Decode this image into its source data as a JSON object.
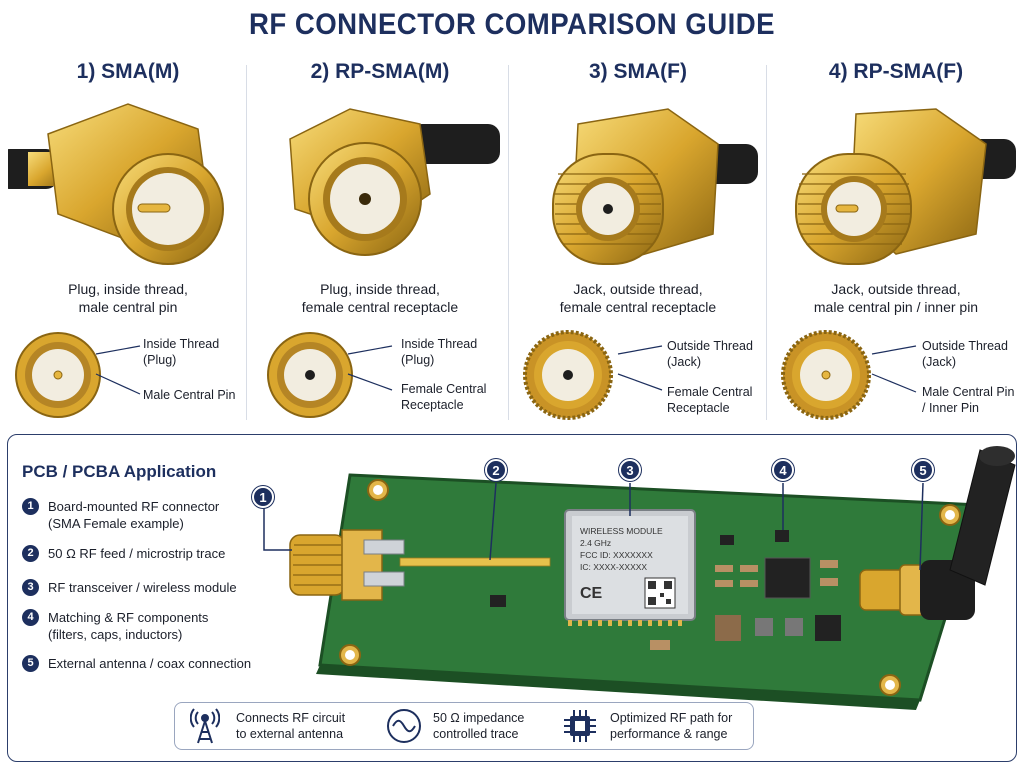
{
  "title": "RF CONNECTOR COMPARISON GUIDE",
  "connectors": [
    {
      "heading": "1) SMA(M)",
      "desc_line1": "Plug, inside thread,",
      "desc_line2": "male central pin",
      "label_top_1": "Inside Thread",
      "label_top_2": "(Plug)",
      "label_bottom_1": "Male Central Pin",
      "label_bottom_2": ""
    },
    {
      "heading": "2) RP-SMA(M)",
      "desc_line1": "Plug, inside thread,",
      "desc_line2": "female central receptacle",
      "label_top_1": "Inside Thread",
      "label_top_2": "(Plug)",
      "label_bottom_1": "Female Central",
      "label_bottom_2": "Receptacle"
    },
    {
      "heading": "3) SMA(F)",
      "desc_line1": "Jack, outside thread,",
      "desc_line2": "female central receptacle",
      "label_top_1": "Outside Thread",
      "label_top_2": "(Jack)",
      "label_bottom_1": "Female Central",
      "label_bottom_2": "Receptacle"
    },
    {
      "heading": "4) RP-SMA(F)",
      "desc_line1": "Jack, outside thread,",
      "desc_line2": "male central pin / inner pin",
      "label_top_1": "Outside Thread",
      "label_top_2": "(Jack)",
      "label_bottom_1": "Male Central Pin",
      "label_bottom_2": "/ Inner Pin"
    }
  ],
  "pcb": {
    "title": "PCB / PCBA Application",
    "items": [
      {
        "num": "1",
        "line1": "Board-mounted RF connector",
        "line2": "(SMA Female example)"
      },
      {
        "num": "2",
        "line1": "50 Ω RF feed / microstrip trace",
        "line2": ""
      },
      {
        "num": "3",
        "line1": "RF transceiver / wireless module",
        "line2": ""
      },
      {
        "num": "4",
        "line1": "Matching & RF components",
        "line2": "(filters, caps, inductors)"
      },
      {
        "num": "5",
        "line1": "External antenna / coax connection",
        "line2": ""
      }
    ],
    "module": {
      "line1": "WIRELESS MODULE",
      "line2": "2.4 GHz",
      "line3": "FCC ID: XXXXXXX",
      "line4": "IC: XXXX-XXXXX",
      "marks": "CE"
    }
  },
  "footer": [
    {
      "icon": "antenna-tower-icon",
      "line1": "Connects RF circuit",
      "line2": "to external antenna"
    },
    {
      "icon": "wave-icon",
      "line1": "50 Ω impedance",
      "line2": "controlled trace"
    },
    {
      "icon": "chip-icon",
      "line1": "Optimized RF path for",
      "line2": "performance & range"
    }
  ],
  "colors": {
    "navy": "#1d2f5e",
    "gold": "#d9a62e",
    "pcb_green": "#2f7a3a",
    "insulator": "#f2ede0"
  }
}
